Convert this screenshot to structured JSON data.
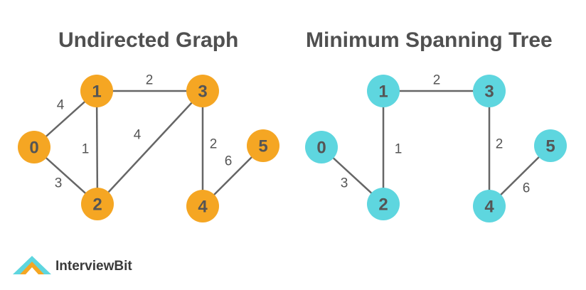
{
  "titles": {
    "left": "Undirected Graph",
    "right": "Minimum Spanning Tree"
  },
  "colors": {
    "graph_node": "#F5A623",
    "mst_node": "#5ED6DF",
    "edge": "#666666",
    "text": "#555555"
  },
  "graph": {
    "nodes": [
      "0",
      "1",
      "2",
      "3",
      "4",
      "5"
    ],
    "edges": [
      {
        "from": "0",
        "to": "1",
        "weight": "4"
      },
      {
        "from": "1",
        "to": "3",
        "weight": "2"
      },
      {
        "from": "1",
        "to": "2",
        "weight": "1"
      },
      {
        "from": "2",
        "to": "3",
        "weight": "4"
      },
      {
        "from": "0",
        "to": "2",
        "weight": "3"
      },
      {
        "from": "3",
        "to": "4",
        "weight": "2"
      },
      {
        "from": "4",
        "to": "5",
        "weight": "6"
      }
    ]
  },
  "mst": {
    "nodes": [
      "0",
      "1",
      "2",
      "3",
      "4",
      "5"
    ],
    "edges": [
      {
        "from": "1",
        "to": "3",
        "weight": "2"
      },
      {
        "from": "1",
        "to": "2",
        "weight": "1"
      },
      {
        "from": "0",
        "to": "2",
        "weight": "3"
      },
      {
        "from": "3",
        "to": "4",
        "weight": "2"
      },
      {
        "from": "4",
        "to": "5",
        "weight": "6"
      }
    ]
  },
  "logo": {
    "text": "InterviewBit"
  }
}
